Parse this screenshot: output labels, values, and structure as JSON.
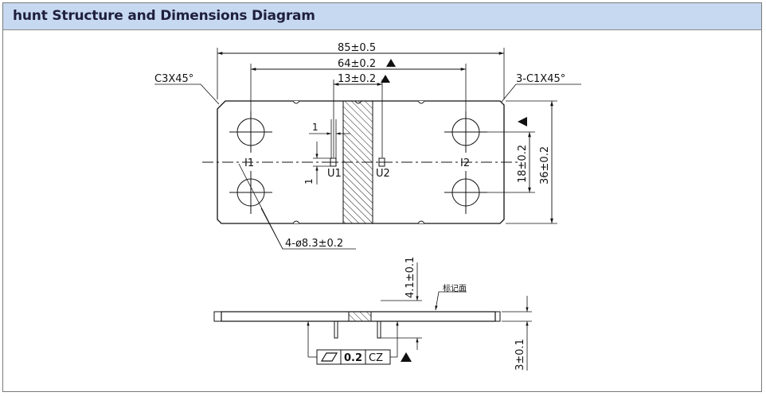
{
  "header": {
    "title": "hunt Structure and Dimensions Diagram"
  },
  "top_view": {
    "dims": {
      "overall_length": "85±0.5",
      "hole_pitch": "64±0.2",
      "center_gap": "13±0.2",
      "overall_width": "36±0.2",
      "hole_spacing": "18±0.2",
      "hole_spec": "4-ø8.3±0.2",
      "pin_offset_x": "1",
      "pin_offset_y": "1"
    },
    "chamfers": {
      "left": "C3X45°",
      "right": "3-C1X45°"
    },
    "labels": {
      "i1": "I1",
      "i2": "I2",
      "u1": "U1",
      "u2": "U2"
    }
  },
  "side_view": {
    "dims": {
      "pin_height": "4.1±0.1",
      "thickness": "3±0.1"
    },
    "mark_face_label": "标记面",
    "tolerance_frame": {
      "value": "0.2",
      "datum": "CZ"
    }
  }
}
